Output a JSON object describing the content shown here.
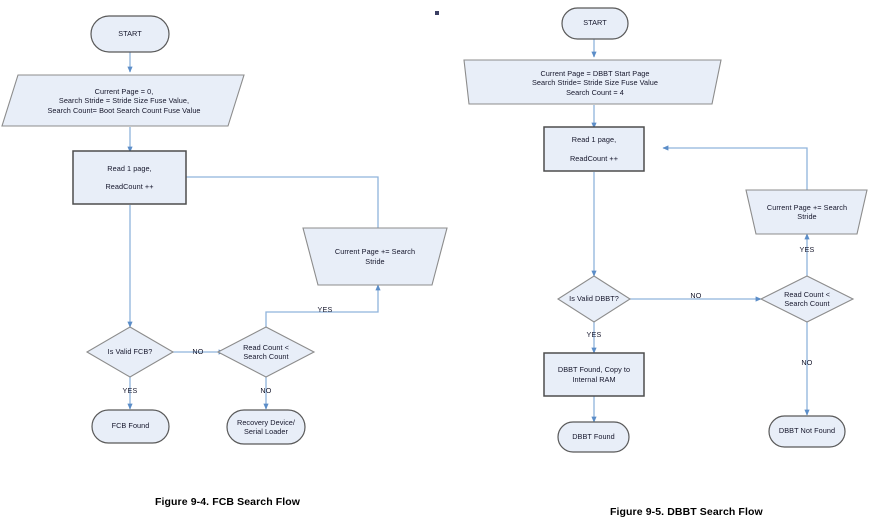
{
  "document": {
    "background_color": "#ffffff",
    "shape_fill": "#e8eef8",
    "shape_stroke_dark": "#4d4d4d",
    "shape_stroke_gray": "#9aa0a6",
    "connector_color": "#7aa3d4",
    "text_color": "#15162b"
  },
  "figures": [
    {
      "id": "fcb",
      "caption": "Figure 9-4. FCB Search Flow",
      "nodes": {
        "start": {
          "label": "START",
          "shape": "terminator"
        },
        "init": {
          "label": "Current Page = 0,\nSearch Stride = Stride Size Fuse Value,\nSearch Count= Boot Search Count Fuse Value",
          "shape": "parallelogram"
        },
        "read_page": {
          "label": "Read 1 page,\n\nReadCount ++",
          "shape": "process"
        },
        "advance": {
          "label": "Current Page += Search\nStride",
          "shape": "trapezoid"
        },
        "is_valid": {
          "label": "Is Valid FCB?",
          "shape": "decision"
        },
        "read_count": {
          "label": "Read Count <\nSearch Count",
          "shape": "decision"
        },
        "found": {
          "label": "FCB Found",
          "shape": "terminator"
        },
        "recovery": {
          "label": "Recovery Device/\nSerial Loader",
          "shape": "terminator"
        }
      },
      "edge_labels": {
        "valid_no": "NO",
        "valid_yes": "YES",
        "count_yes": "YES",
        "count_no": "NO"
      }
    },
    {
      "id": "dbbt",
      "caption": "Figure 9-5. DBBT Search Flow",
      "nodes": {
        "start": {
          "label": "START",
          "shape": "terminator"
        },
        "init": {
          "label": "Current Page = DBBT Start Page\nSearch Stride=  Stride Size Fuse Value\nSearch Count = 4",
          "shape": "parallelogram"
        },
        "read_page": {
          "label": "Read 1 page,\n\nReadCount ++",
          "shape": "process"
        },
        "advance": {
          "label": "Current Page += Search\nStride",
          "shape": "trapezoid"
        },
        "is_valid": {
          "label": "Is Valid DBBT?",
          "shape": "decision"
        },
        "read_count": {
          "label": "Read Count <\nSearch Count",
          "shape": "decision"
        },
        "copy_ram": {
          "label": "DBBT Found, Copy to\nInternal RAM",
          "shape": "process"
        },
        "found": {
          "label": "DBBT Found",
          "shape": "terminator"
        },
        "not_found": {
          "label": "DBBT Not Found",
          "shape": "terminator"
        }
      },
      "edge_labels": {
        "valid_no": "NO",
        "valid_yes": "YES",
        "count_yes": "YES",
        "count_no": "NO"
      }
    }
  ]
}
